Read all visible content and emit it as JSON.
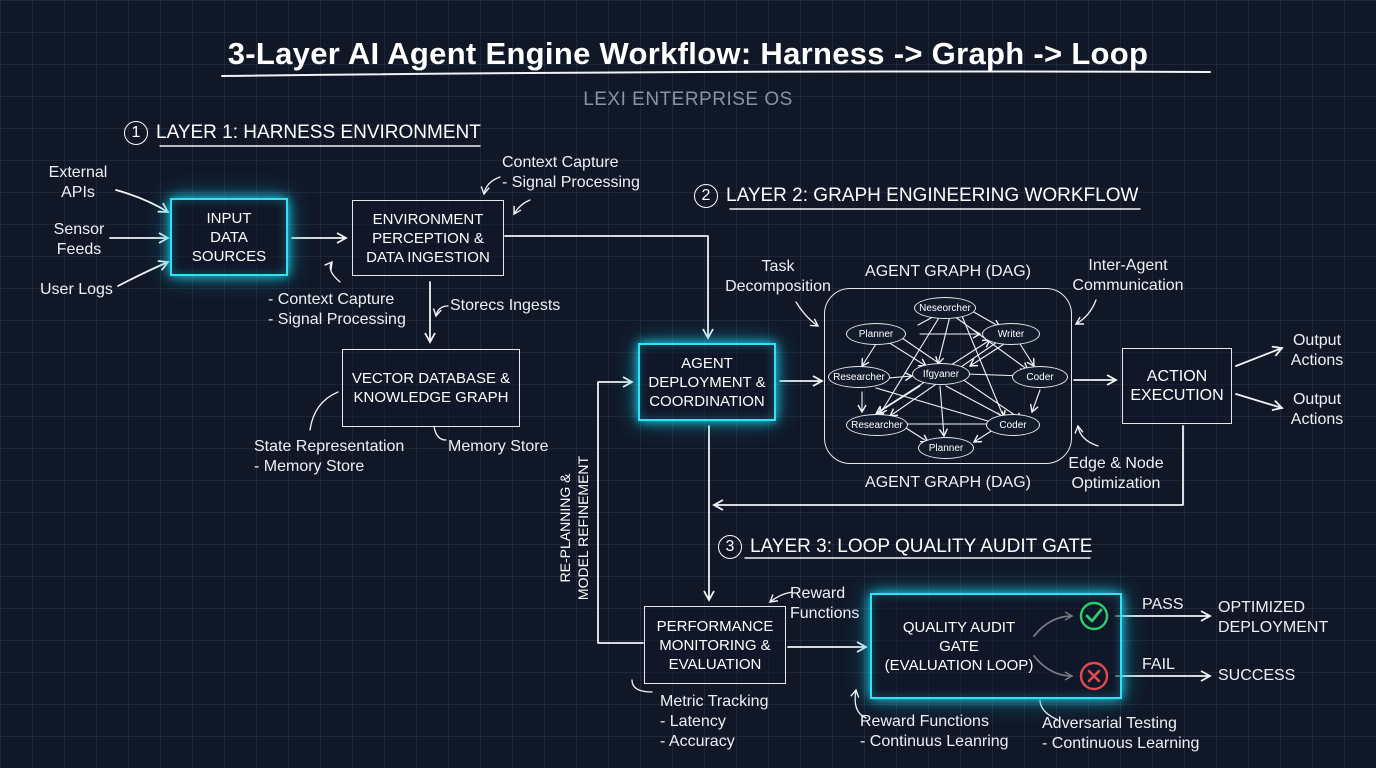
{
  "title": "3-Layer AI Agent Engine Workflow: Harness -> Graph -> Loop",
  "subtitle": "LEXI ENTERPRISE OS",
  "layer1": {
    "number": "1",
    "heading": "LAYER 1: HARNESS ENVIRONMENT",
    "inputs": [
      "External\nAPIs",
      "Sensor\nFeeds",
      "User Logs"
    ],
    "input_box": "INPUT\nDATA\nSOURCES",
    "perception_box": "ENVIRONMENT\nPERCEPTION &\nDATA INGESTION",
    "note_top": "Context Capture\n- Signal Processing",
    "note_below": "- Context Capture\n- Signal Processing",
    "note_ingest": "Storecs Ingests",
    "vector_box": "VECTOR DATABASE &\nKNOWLEDGE GRAPH",
    "note_state": "State Representation\n- Memory Store",
    "note_memory": "Memory Store"
  },
  "layer2": {
    "number": "2",
    "heading": "LAYER 2: GRAPH ENGINEERING WORKFLOW",
    "task_note": "Task\nDecomposition",
    "dag_title_top": "AGENT GRAPH (DAG)",
    "dag_title_bottom": "AGENT GRAPH (DAG)",
    "comm_note": "Inter-Agent\nCommunication",
    "edge_note": "Edge & Node\nOptimization",
    "deploy_box": "AGENT\nDEPLOYMENT &\nCOORDINATION",
    "action_box": "ACTION\nEXECUTION",
    "outputs": [
      "Output\nActions",
      "Output\nActions"
    ],
    "nodes": {
      "planner_top": "Planner",
      "researcher_top": "Neseorcher",
      "writer": "Writer",
      "researcher_mid": "Researcher",
      "center": "Ifgyaner",
      "coder_mid": "Coder",
      "researcher_bot": "Researcher",
      "coder_bot": "Coder",
      "planner_bot": "Planner"
    }
  },
  "layer3": {
    "number": "3",
    "heading": "LAYER 3: LOOP QUALITY AUDIT GATE",
    "replan": "RE-PLANNING &\nMODEL REFINEMENT",
    "monitor_box": "PERFORMANCE\nMONITORING &\nEVALUATION",
    "reward_note": "Reward\nFunctions",
    "metric_note": "Metric Tracking\n- Latency\n- Accuracy",
    "gate_box": "QUALITY AUDIT\nGATE\n(EVALUATION LOOP)",
    "pass_label": "PASS",
    "fail_label": "FAIL",
    "pass_result": "OPTIMIZED\nDEPLOYMENT",
    "fail_result": "SUCCESS",
    "gate_note_left": "Reward Functions\n- Continuus Leanring",
    "gate_note_right": "Adversarial Testing\n- Continuous Learning"
  },
  "colors": {
    "background": "#101828",
    "glow": "#34e0f4",
    "pass": "#2ecc71",
    "fail": "#e5484d"
  },
  "icons": [
    "check-circle-icon",
    "x-circle-icon"
  ]
}
